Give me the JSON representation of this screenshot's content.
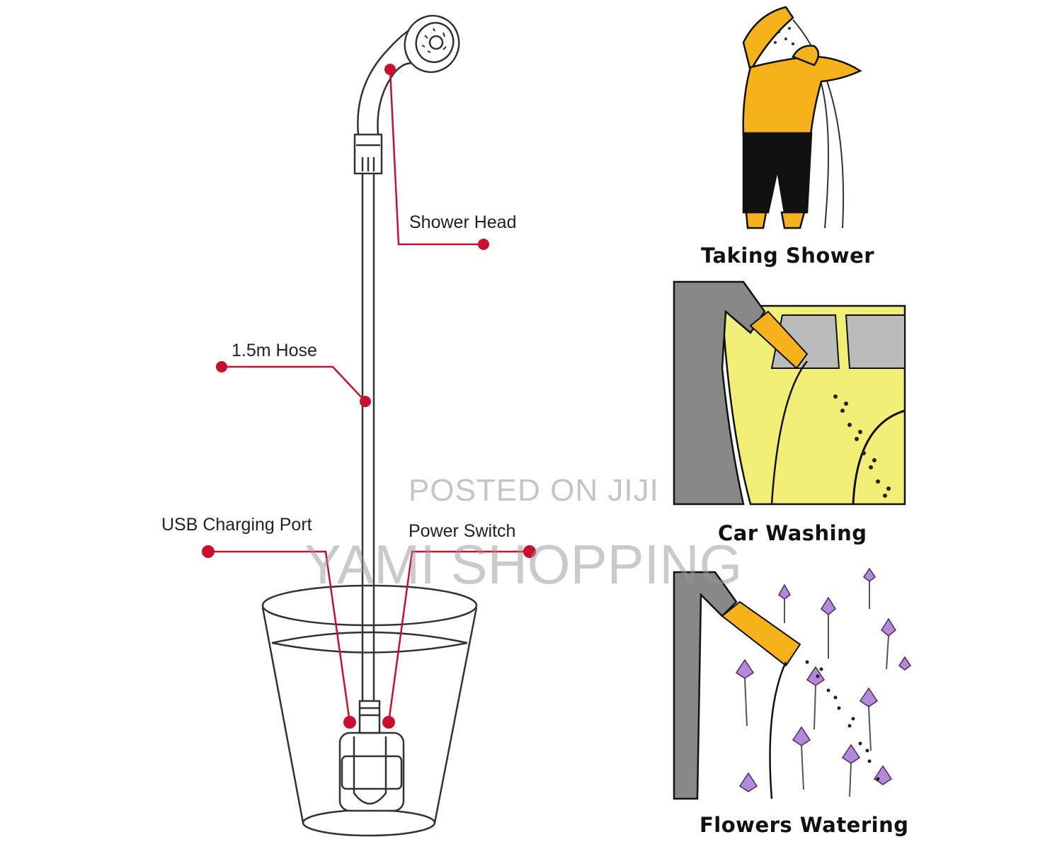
{
  "diagram": {
    "labels": {
      "shower_head": "Shower Head",
      "hose": "1.5m Hose",
      "usb_port": "USB Charging Port",
      "power_switch": "Power Switch"
    },
    "colors": {
      "callout": "#c8102e",
      "outline": "#333333",
      "person_skin": "#f5b21a",
      "car_body": "#f2ef78",
      "flower": "#b48ad8"
    }
  },
  "uses": {
    "shower": "Taking Shower",
    "car": "Car Washing",
    "flowers": "Flowers Watering"
  },
  "watermark": {
    "line1": "POSTED ON JIJI",
    "line2": "YAMI SHOPPING"
  }
}
